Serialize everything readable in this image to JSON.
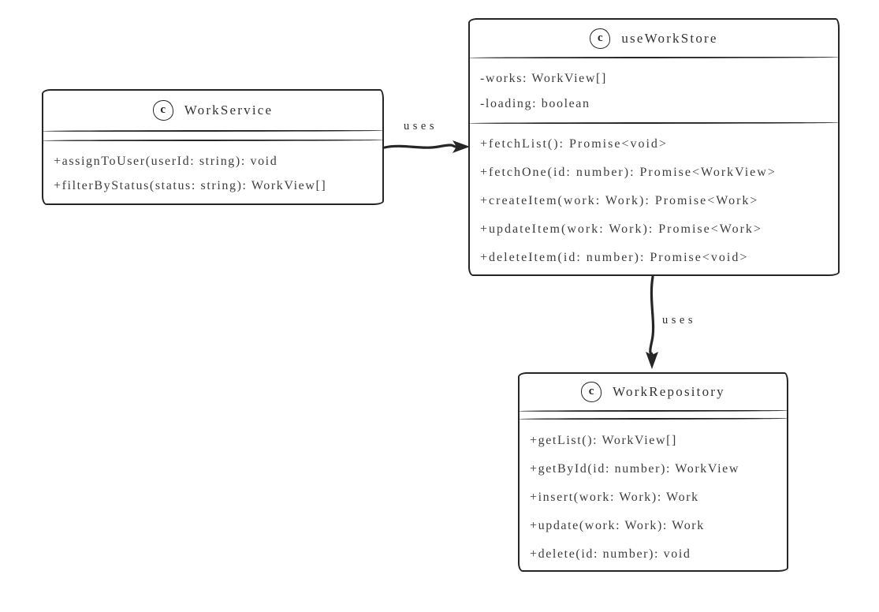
{
  "diagram": {
    "background_color": "#ffffff",
    "stroke_color": "#262626",
    "text_color": "#3d3d3d",
    "style": "hand-drawn UML class diagram",
    "classes": [
      {
        "name": "WorkService",
        "stereotype_badge": "c",
        "attributes": [],
        "methods": [
          "+assignToUser(userId: string): void",
          "+filterByStatus(status: string): WorkView[]"
        ]
      },
      {
        "name": "useWorkStore",
        "stereotype_badge": "c",
        "attributes": [
          "-works: WorkView[]",
          "-loading: boolean"
        ],
        "methods": [
          "+fetchList(): Promise<void>",
          "+fetchOne(id: number): Promise<WorkView>",
          "+createItem(work: Work): Promise<Work>",
          "+updateItem(work: Work): Promise<Work>",
          "+deleteItem(id: number): Promise<void>"
        ]
      },
      {
        "name": "WorkRepository",
        "stereotype_badge": "c",
        "attributes": [],
        "methods": [
          "+getList(): WorkView[]",
          "+getById(id: number): WorkView",
          "+insert(work: Work): Work",
          "+update(work: Work): Work",
          "+delete(id: number): void"
        ]
      }
    ],
    "relations": [
      {
        "from": "WorkService",
        "to": "useWorkStore",
        "label": "uses",
        "direction": "right"
      },
      {
        "from": "useWorkStore",
        "to": "WorkRepository",
        "label": "uses",
        "direction": "down"
      }
    ]
  }
}
